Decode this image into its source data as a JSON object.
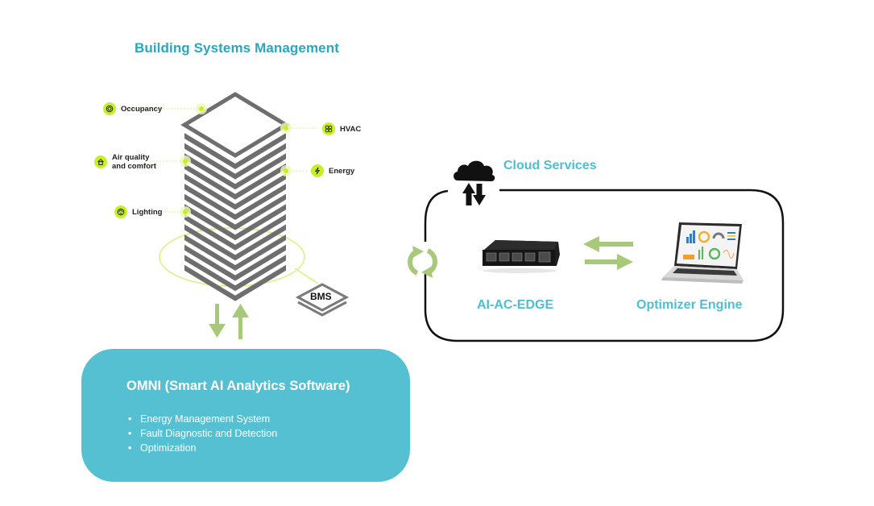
{
  "bsm": {
    "title": "Building Systems Management",
    "sensors": [
      {
        "label": "Occupancy",
        "icon": "occupancy-icon"
      },
      {
        "label": "HVAC",
        "icon": "hvac-icon"
      },
      {
        "label": "Air quality\nand comfort",
        "line1": "Air quality",
        "line2": "and comfort",
        "icon": "home-icon"
      },
      {
        "label": "Energy",
        "icon": "lightning-icon"
      },
      {
        "label": "Lighting",
        "icon": "lighting-icon"
      }
    ],
    "bms_label": "BMS"
  },
  "omni": {
    "title": "OMNI (Smart AI Analytics Software)",
    "items": [
      "Energy Management System",
      "Fault Diagnostic and Detection",
      "Optimization"
    ]
  },
  "cloud": {
    "title": "Cloud Services",
    "edge_label": "AI-AC-EDGE",
    "optimizer_label": "Optimizer Engine"
  },
  "colors": {
    "teal_title": "#2aa6bd",
    "teal_light": "#4dbfd3",
    "omni_bg": "#55c0d2",
    "arrow_green": "#a9c97a",
    "sensor_lime": "#c5f025",
    "building_gray": "#6e6e6e"
  }
}
